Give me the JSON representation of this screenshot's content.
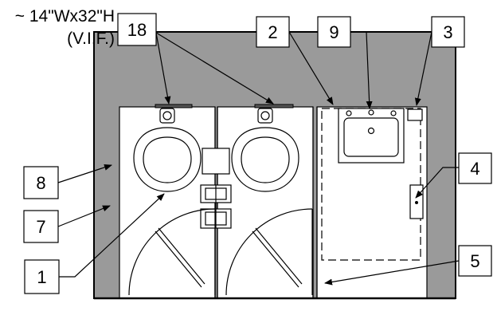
{
  "note": {
    "line1": "~ 14\"Wx32\"H",
    "line2": "(V.I.F.)"
  },
  "callouts": [
    {
      "id": "tag-18",
      "label": "18"
    },
    {
      "id": "tag-2",
      "label": "2"
    },
    {
      "id": "tag-9",
      "label": "9"
    },
    {
      "id": "tag-3",
      "label": "3"
    },
    {
      "id": "tag-4",
      "label": "4"
    },
    {
      "id": "tag-8",
      "label": "8"
    },
    {
      "id": "tag-7",
      "label": "7"
    },
    {
      "id": "tag-5",
      "label": "5"
    },
    {
      "id": "tag-1",
      "label": "1"
    }
  ],
  "colors": {
    "wall": "#9a9a9a",
    "floor": "#ffffff",
    "line": "#000000"
  }
}
